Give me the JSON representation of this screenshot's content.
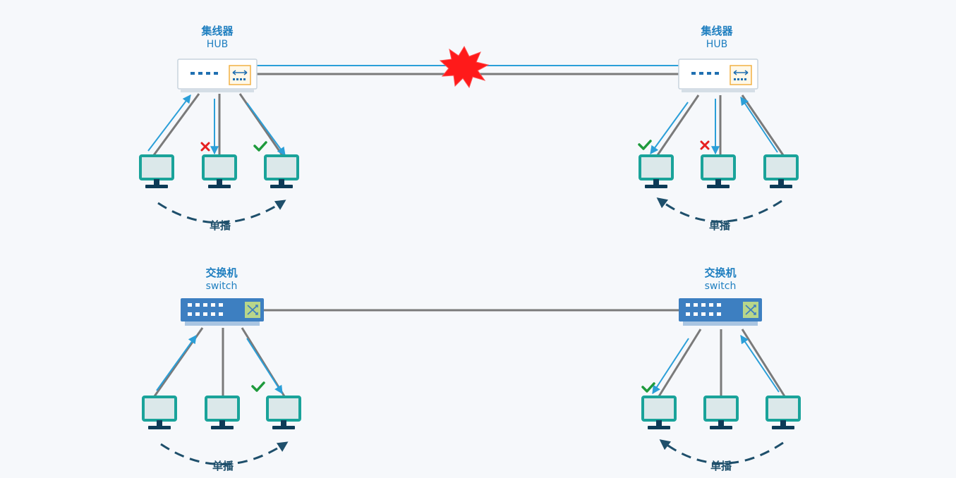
{
  "hub_left": {
    "name_cn": "集线器",
    "name_en": "HUB"
  },
  "hub_right": {
    "name_cn": "集线器",
    "name_en": "HUB"
  },
  "switch_left": {
    "name_cn": "交换机",
    "name_en": "switch"
  },
  "switch_right": {
    "name_cn": "交换机",
    "name_en": "switch"
  },
  "unicast_labels": [
    "单播",
    "单播",
    "单播",
    "单播"
  ],
  "colors": {
    "background": "#f6f8fb",
    "cable": "#7a7a7a",
    "signal": "#2b9fd8",
    "pc_frame": "#1aa39a",
    "pc_stand": "#0d3b57",
    "switch_body": "#3d7fc1",
    "check": "#1e9a3c",
    "cross": "#e62020",
    "collision": "#ff1a1a"
  },
  "icons": {
    "collision": "collision-burst-icon",
    "check": "check-icon",
    "cross": "cross-icon",
    "pc": "monitor-icon"
  }
}
